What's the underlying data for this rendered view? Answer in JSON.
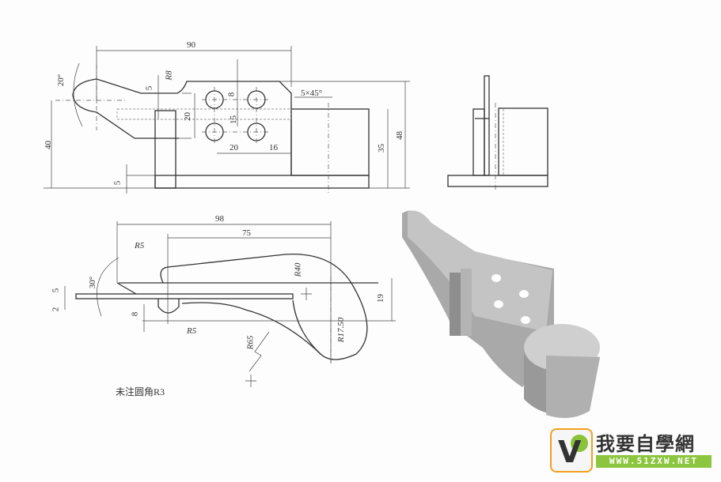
{
  "front_view": {
    "dims": {
      "width_90": "90",
      "r8": "R8",
      "d5_top": "5",
      "chamfer": "5×45°",
      "d8": "8",
      "d20_v": "20",
      "d15": "15",
      "d20_h": "20",
      "d16": "16",
      "d40": "40",
      "d5_bottom": "5",
      "d35": "35",
      "d48": "48",
      "angle20": "20°"
    }
  },
  "top_view": {
    "dims": {
      "d98": "98",
      "d75": "75",
      "r5_top": "R5",
      "r5_bottom": "R5",
      "r40": "R40",
      "r65": "R65",
      "r17_5": "R17.50",
      "d19": "19",
      "d5": "5",
      "d2": "2",
      "d8": "8",
      "angle30": "30°"
    }
  },
  "note": "未注圆角R3",
  "watermark": {
    "name": "我要自學網",
    "url": "WWW.51ZXW.NET"
  }
}
